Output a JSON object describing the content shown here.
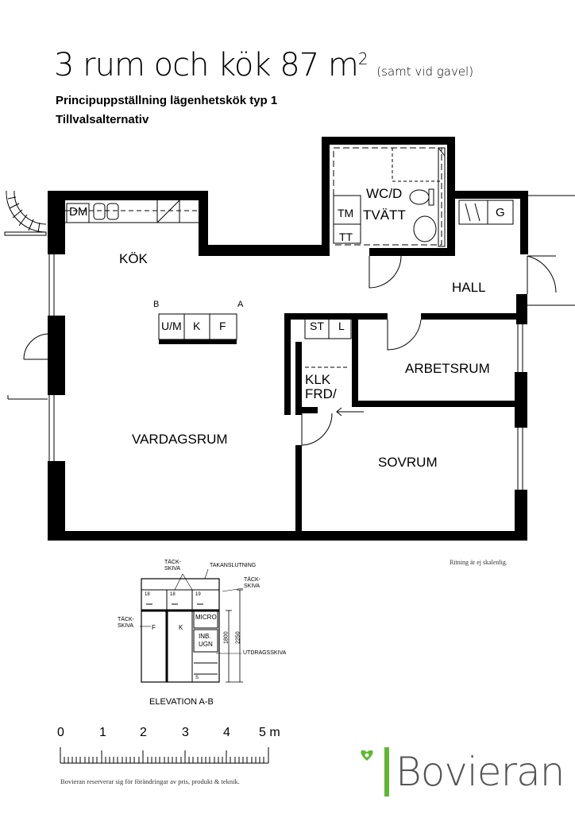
{
  "title": {
    "main": "3 rum och kök 87 m",
    "sup": "2",
    "note": "(samt vid gavel)"
  },
  "subtitle1": "Principuppställning lägenhetskök typ 1",
  "subtitle2": "Tillvalsalternativ",
  "rooms": {
    "kok": "KÖK",
    "vardagsrum": "VARDAGSRUM",
    "hall": "HALL",
    "arbetsrum": "ARBETSRUM",
    "sovrum": "SOVRUM",
    "wcd": "WC/D",
    "tvatt": "TVÄTT",
    "klk": "KLK",
    "frd": "FRD/"
  },
  "fixtures": {
    "dm": "DM",
    "g": "G",
    "tm": "TM",
    "tt": "TT",
    "um": "U/M",
    "k": "K",
    "f": "F",
    "st": "ST",
    "l": "L",
    "a": "A",
    "b": "B"
  },
  "elevation": {
    "caption": "ELEVATION A-B",
    "tackskiva": "TÄCK-\nSKIVA",
    "takanslutning": "TAKANSLUTNING",
    "utdragsskiva": "UTDRAGSSKIVA",
    "micro": "MICRO",
    "inb_ugn": "INB.\nUGN",
    "f": "F",
    "k": "K",
    "s": "S",
    "n18a": "18",
    "n18b": "18",
    "n19": "19",
    "dim1800": "1800",
    "dim2250": "2250"
  },
  "scale": {
    "labels": [
      "0",
      "1",
      "2",
      "3",
      "4",
      "5 m"
    ]
  },
  "note": "Ritning är ej skalenlig.",
  "footer": "Bovieran reserverar sig för förändringar av pris, produkt & teknik.",
  "logo": {
    "text": "Bovieran",
    "heart_color": "#5fb832",
    "bar_color": "#5fb832"
  }
}
